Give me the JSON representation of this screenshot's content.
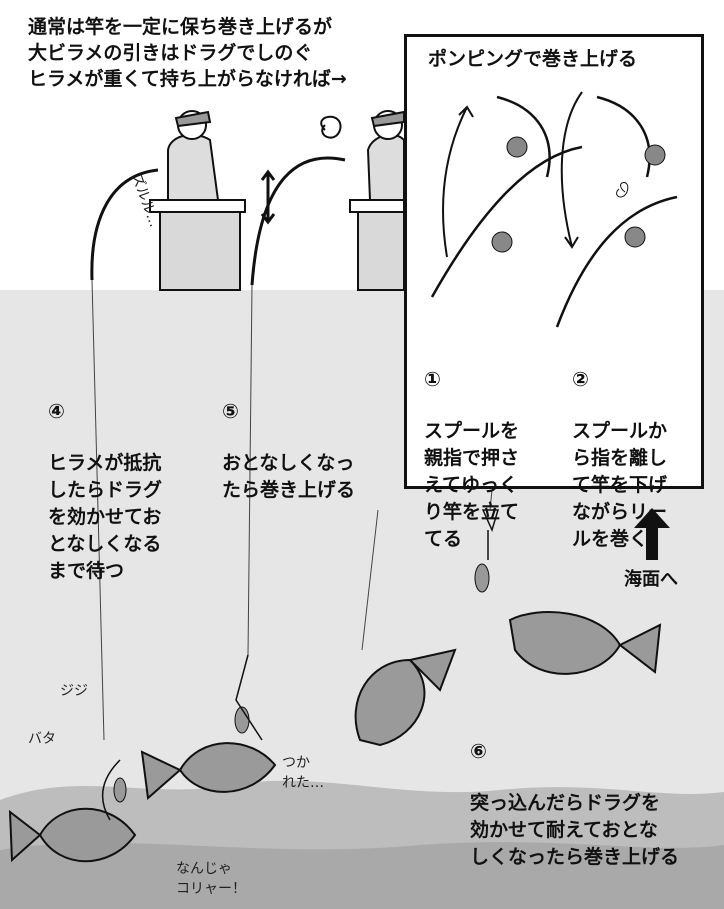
{
  "intro_text": "通常は竿を一定に保ち巻き上げるが\n大ビラメの引きはドラグでしのぐ\nヒラメが重くて持ち上がらなければ→",
  "inset": {
    "title": "ポンピングで巻き上げる",
    "step1_num": "①",
    "step1_text": "スプールを\n親指で押さ\nえてゆっく\nり竿を立て\nてる",
    "step2_num": "②",
    "step2_text": "スプールか\nら指を離し\nて竿を下げ\nながらリー\nルを巻く"
  },
  "steps": {
    "s4_num": "④",
    "s4_text": "ヒラメが抵抗\nしたらドラグ\nを効かせてお\nとなしくなる\nまで待つ",
    "s5_num": "⑤",
    "s5_text": "おとなしくなっ\nたら巻き上げる",
    "s6_num": "⑥",
    "s6_text": "突っ込んだらドラグを\n効かせて耐えておとな\nしくなったら巻き上げる"
  },
  "surface_label": "海面へ",
  "sfx": {
    "zururu": "ズルル…",
    "jiji": "ジジ",
    "bata": "バタ",
    "tsukareta": "つか\nれた…",
    "nanja": "なんじゃ\nコリャー！"
  },
  "colors": {
    "sea": "#e6e6e6",
    "seabed": "#bdbdbd",
    "ink": "#111111",
    "fish": "#9a9a9a"
  }
}
